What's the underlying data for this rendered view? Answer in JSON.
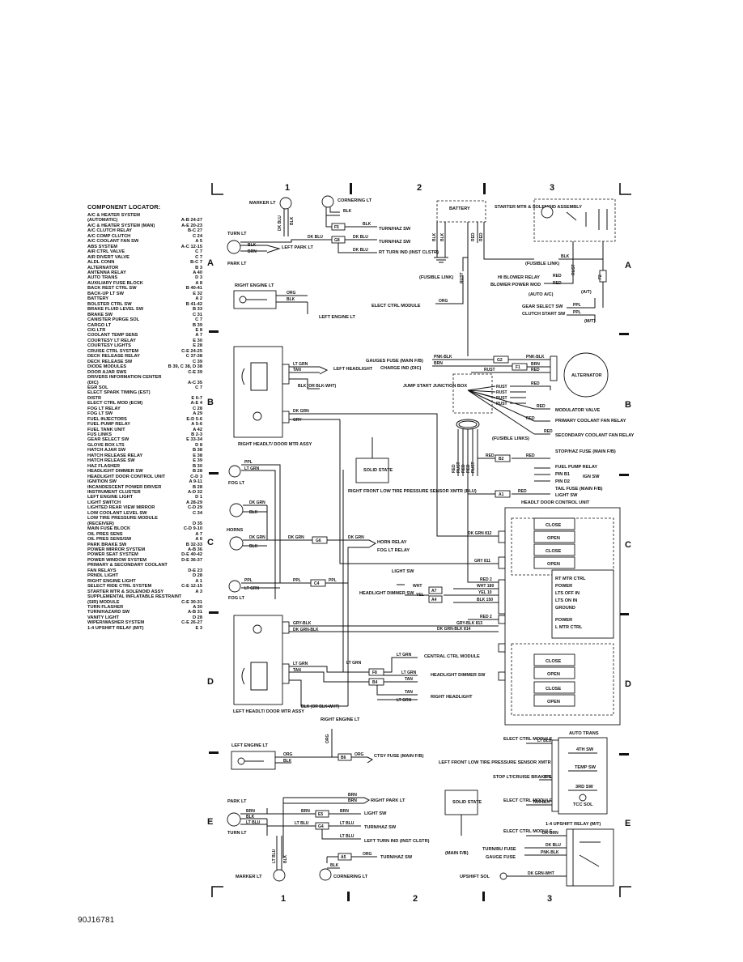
{
  "locator": {
    "title": "COMPONENT LOCATOR:",
    "items": [
      {
        "name": "A/C & HEATER SYSTEM",
        "ref": ""
      },
      {
        "name": "(AUTOMATIC)",
        "ref": "A-B 24-27"
      },
      {
        "name": "A/C & HEATER SYSTEM (MAN)",
        "ref": "A-E 20-23"
      },
      {
        "name": "A/C CLUTCH RELAY",
        "ref": "B-C 27"
      },
      {
        "name": "A/C COMP CLUTCH",
        "ref": "C 24"
      },
      {
        "name": "A/C COOLANT FAN SW",
        "ref": "A 5"
      },
      {
        "name": "ABS SYSTEM",
        "ref": "A-C 12-15"
      },
      {
        "name": "AIR CTRL VALVE",
        "ref": "C 7"
      },
      {
        "name": "AIR DIVERT VALVE",
        "ref": "C 7"
      },
      {
        "name": "ALDL CONN",
        "ref": "B-C 7"
      },
      {
        "name": "ALTERNATOR",
        "ref": "B 3"
      },
      {
        "name": "ANTENNA RELAY",
        "ref": "A 40"
      },
      {
        "name": "AUTO TRANS",
        "ref": "D 3"
      },
      {
        "name": "AUXILIARY FUSE BLOCK",
        "ref": "A 8"
      },
      {
        "name": "BACK REST CTRL SW",
        "ref": "B 40-41"
      },
      {
        "name": "BACK-UP LT SW",
        "ref": "E 32"
      },
      {
        "name": "BATTERY",
        "ref": "A 2"
      },
      {
        "name": "BOLSTER CTRL SW",
        "ref": "B 41-42"
      },
      {
        "name": "BRAKE FLUID LEVEL SW",
        "ref": "B 33"
      },
      {
        "name": "BRAKE SW",
        "ref": "C 31"
      },
      {
        "name": "CANISTER PURGE SOL",
        "ref": "C 7"
      },
      {
        "name": "CARGO LT",
        "ref": "B 39"
      },
      {
        "name": "CIG LTR",
        "ref": "E 8"
      },
      {
        "name": "COOLANT TEMP SENS",
        "ref": "A 7"
      },
      {
        "name": "COURTESY LT RELAY",
        "ref": "E 30"
      },
      {
        "name": "COURTESY LIGHTS",
        "ref": "E 28"
      },
      {
        "name": "CRUISE CTRL SYSTEM",
        "ref": "C-E 24-25"
      },
      {
        "name": "DECK RELEASE RELAY",
        "ref": "C 37-38"
      },
      {
        "name": "DECK RELEASE SW",
        "ref": "C 39"
      },
      {
        "name": "DIODE MODULES",
        "ref": "B 39, C 38, D 38"
      },
      {
        "name": "DOOR AJAR SWS",
        "ref": "C-E 39"
      },
      {
        "name": "DRIVERS INFORMATION CENTER",
        "ref": ""
      },
      {
        "name": "(DIC)",
        "ref": "A-C 35"
      },
      {
        "name": "EGR SOL",
        "ref": "C 7"
      },
      {
        "name": "ELECT SPARK TIMING (EST)",
        "ref": ""
      },
      {
        "name": "DISTR",
        "ref": "E 6-7"
      },
      {
        "name": "ELECT CTRL MOD (ECM)",
        "ref": "A-E 4"
      },
      {
        "name": "FOG LT RELAY",
        "ref": "C 28"
      },
      {
        "name": "FOG LT SW",
        "ref": "A 29"
      },
      {
        "name": "FUEL INJECTORS",
        "ref": "E-D 5-6"
      },
      {
        "name": "FUEL PUMP RELAY",
        "ref": "A 5-6"
      },
      {
        "name": "FUEL TANK UNIT",
        "ref": "A 42"
      },
      {
        "name": "FUS LINKS",
        "ref": "B 2-3"
      },
      {
        "name": "GEAR SELECT SW",
        "ref": "E 33-34"
      },
      {
        "name": "GLOVE BOX LTS",
        "ref": "D 8"
      },
      {
        "name": "HATCH AJAR SW",
        "ref": "B 38"
      },
      {
        "name": "HATCH RELEASE RELAY",
        "ref": "E 38"
      },
      {
        "name": "HATCH RELEASE SW",
        "ref": "E 39"
      },
      {
        "name": "HAZ FLASHER",
        "ref": "B 30"
      },
      {
        "name": "HEADLIGHT DIMMER SW",
        "ref": "B 28"
      },
      {
        "name": "HEADLIGHT DOOR CONTROL UNIT",
        "ref": "C-D 3"
      },
      {
        "name": "IGNITION SW",
        "ref": "A 9-11"
      },
      {
        "name": "INCANDESCENT POWER DRIVER",
        "ref": "B 28"
      },
      {
        "name": "INSTRUMENT CLUSTER",
        "ref": "A-D 32"
      },
      {
        "name": "LEFT ENGINE LIGHT",
        "ref": "D 1"
      },
      {
        "name": "LIGHT SWITCH",
        "ref": "A 28-29"
      },
      {
        "name": "LIGHTED REAR VIEW MIRROR",
        "ref": "C-D 29"
      },
      {
        "name": "LOW COOLANT LEVEL SW",
        "ref": "C 34"
      },
      {
        "name": "LOW TIRE PRESSURE MODULE",
        "ref": ""
      },
      {
        "name": "(RECEIVER)",
        "ref": "D 35"
      },
      {
        "name": "MAIN FUSE BLOCK",
        "ref": "C-D 9-10"
      },
      {
        "name": "OIL PRES SENS",
        "ref": "A 7"
      },
      {
        "name": "OIL PRES SENS/SW",
        "ref": "A 6"
      },
      {
        "name": "PARK BRAKE SW",
        "ref": "B 32-33"
      },
      {
        "name": "POWER MIRROR SYSTEM",
        "ref": "A-B 36"
      },
      {
        "name": "POWER SEAT SYSTEM",
        "ref": "D-E 40-42"
      },
      {
        "name": "POWER WINDOW SYSTEM",
        "ref": "D-E 36-37"
      },
      {
        "name": "PRIMARY & SECONDARY COOLANT",
        "ref": ""
      },
      {
        "name": "FAN RELAYS",
        "ref": "D-E 23"
      },
      {
        "name": "PRNDL LIGHT",
        "ref": "D 28"
      },
      {
        "name": "RIGHT ENGINE LIGHT",
        "ref": "A 1"
      },
      {
        "name": "SELECT RIDE CTRL SYSTEM",
        "ref": "C-E 12-15"
      },
      {
        "name": "STARTER MTR & SOLENOID ASSY",
        "ref": "A 3"
      },
      {
        "name": "SUPPLEMENTAL INFLATABLE RESTRAINT",
        "ref": ""
      },
      {
        "name": "(SIR) MODULE",
        "ref": "C-E 30-31"
      },
      {
        "name": "TURN FLASHER",
        "ref": "A 30"
      },
      {
        "name": "TURN/HAZARD SW",
        "ref": "A-B 31"
      },
      {
        "name": "VANITY LIGHT",
        "ref": "D 28"
      },
      {
        "name": "WIPER/WASHER SYSTEM",
        "ref": "C-E 26-27"
      },
      {
        "name": "1-4 UPSHIFT RELAY (M/T)",
        "ref": "E 3"
      }
    ]
  },
  "grid": {
    "columns": [
      "1",
      "2",
      "3"
    ],
    "rows": [
      "A",
      "B",
      "C",
      "D",
      "E"
    ]
  },
  "doc_id": "90J16781",
  "diagram": {
    "components": {
      "marker_lt_top": "MARKER LT",
      "cornering_lt_top": "CORNERING LT",
      "turn_lt": "TURN LT",
      "park_lt": "PARK LT",
      "battery": "BATTERY",
      "starter": "STARTER MTR & SOLENOID ASSEMBLY",
      "right_engine_lt": "RIGHT ENGINE LT",
      "left_engine_lt_ref": "LEFT ENGINE LT",
      "fusible_link": "(FUSIBLE LINK)",
      "hi_blower_relay": "HI BLOWER RELAY",
      "blower_power_mod": "BLOWER POWER MOD",
      "auto_ac": "(AUTO A/C)",
      "at": "(A/T)",
      "mt": "(M/T)",
      "gear_select_sw": "GEAR SELECT SW",
      "clutch_start_sw": "CLUTCH START SW",
      "elect_ctrl_module": "ELECT CTRL MODULE",
      "gauges_fuse": "GAUGES FUSE (MAIN F/B)",
      "charge_ind": "CHARGE IND (DIC)",
      "alternator": "ALTERNATOR",
      "jump_start": "JUMP START JUNCTION BOX",
      "fusible_links": "(FUSIBLE LINKS)",
      "modulator_valve": "MODULATOR VALVE",
      "primary_fan": "PRIMARY COOLANT FAN RELAY",
      "secondary_fan": "SECONDARY COOLANT FAN RELAY",
      "stop_haz_fuse": "STOP/HAZ FUSE (MAIN F/B)",
      "fuel_pump_relay": "FUEL PUMP RELAY",
      "pin_b1": "PIN B1",
      "pin_d2": "PIN D2",
      "ign_sw": "IGN SW",
      "tail_fuse": "TAIL FUSE (MAIN F/B)",
      "light_sw": "LIGHT SW",
      "right_headlt_assy": "RIGHT HEADLT/ DOOR MTR ASSY",
      "left_headlight": "LEFT HEADLIGHT",
      "fog_lt": "FOG LT",
      "horns": "HORNS",
      "solid_state": "SOLID STATE",
      "right_tire_xmtr": "RIGHT FRONT LOW TIRE PRESSURE SENSOR XMTR (BLU)",
      "headlt_door_ctrl": "HEADLT DOOR CONTROL UNIT",
      "close": "CLOSE",
      "open": "OPEN",
      "rt_mtr_ctrl": "RT MTR CTRL",
      "power": "POWER",
      "lts_off_in": "LTS OFF IN",
      "lts_on_in": "LTS ON IN",
      "ground": "GROUND",
      "l_mtr_ctrl": "L MTR CTRL",
      "horn_relay": "HORN RELAY",
      "fog_lt_relay": "FOG LT RELAY",
      "light_sw_mid": "LIGHT SW",
      "headlight_dimmer": "HEADLIGHT DIMMER SW",
      "left_headlt_assy": "LEFT HEADLT/ DOOR MTR ASSY",
      "central_ctrl": "CENTRAL CTRL MODULE",
      "headlight_dimmer_sw": "HEADLIGHT DIMMER SW",
      "right_headlight": "RIGHT HEADLIGHT",
      "right_engine_lt_ref": "RIGHT ENGINE LT",
      "left_engine_lt": "LEFT ENGINE LT",
      "ctsy_fuse": "CTSY FUSE (MAIN F/B)",
      "left_tire_xmtr": "LEFT FRONT LOW TIRE PRESSURE SENSOR XMTR (GRN)",
      "auto_trans": "AUTO TRANS",
      "elect_ctrl_module_1": "ELECT CTRL MODULE",
      "fourth_sw": "4TH SW",
      "temp_sw": "TEMP SW",
      "stop_lt_cruise": "STOP LT/CRUISE BRAKE SW",
      "third_sw": "3RD SW",
      "tcc_sol": "TCC SOL",
      "elect_ctrl_module_2": "ELECT CTRL MODULE",
      "park_lt_bottom": "PARK LT",
      "turn_lt_bottom": "TURN LT",
      "right_park_lt": "RIGHT PARK LT",
      "light_sw_bottom": "LIGHT SW",
      "turn_haz_sw": "TURN/HAZ SW",
      "left_turn_ind": "LEFT TURN IND (INST CLSTR)",
      "turn_haz_sw_2": "TURN/HAZ SW",
      "marker_lt_bottom": "MARKER LT",
      "cornering_lt_bottom": "CORNERING LT",
      "upshift_relay": "1-4 UPSHIFT RELAY (M/T)",
      "elect_ctrl_module_3": "ELECT CTRL MODULE",
      "turn_bu_fuse": "TURN/BU FUSE",
      "gauge_fuse": "GAUGE FUSE",
      "main_fb": "(MAIN F/B)",
      "upshift_sol": "UPSHIFT SOL",
      "turn_haz_sw_top": "TURN/HAZ SW",
      "turn_haz_sw_top2": "TURN/HAZ SW",
      "left_park_lt": "LEFT PARK LT",
      "rt_turn_ind": "RT TURN IND (INST CLSTR)"
    },
    "fuses": {
      "f5": "F5",
      "g8": "G8",
      "g2": "G2",
      "f1": "F1",
      "b2": "B2",
      "a1": "A1",
      "g6": "G6",
      "c4": "C4",
      "a7": "A7",
      "a4": "A4",
      "f8": "F8",
      "b4": "B4",
      "b6": "B6",
      "e5": "E5",
      "g4": "G4",
      "a5": "A5",
      "f2": "F2"
    },
    "wires": {
      "dk_blu": "DK BLU",
      "blk": "BLK",
      "brn": "BRN",
      "org": "ORG",
      "red": "RED",
      "rust": "RUST",
      "ppl": "PPL",
      "pnk_blk": "PNK-BLK",
      "lt_grn": "LT GRN",
      "tan": "TAN",
      "blk_or_blk_wht": "BLK (OR BLK-WHT)",
      "dk_grn": "DK GRN",
      "gry": "GRY",
      "dk_grn_812": "DK GRN 812",
      "gry_811": "GRY 811",
      "red_2": "RED 2",
      "wht_189": "WHT 189",
      "yel_10": "YEL 10",
      "blk_150": "BLK 150",
      "gry_blk_813": "GRY-BLK 813",
      "dk_grn_blk_814": "DK GRN-BLK 814",
      "gry_blk": "GRY-BLK",
      "dk_grn_blk": "DK GRN-BLK",
      "wht": "WHT",
      "yel": "YEL",
      "lt_blu": "LT BLU",
      "tan_blk": "TAN-BLK",
      "dk_grn_wht": "DK GRN-WHT"
    }
  }
}
